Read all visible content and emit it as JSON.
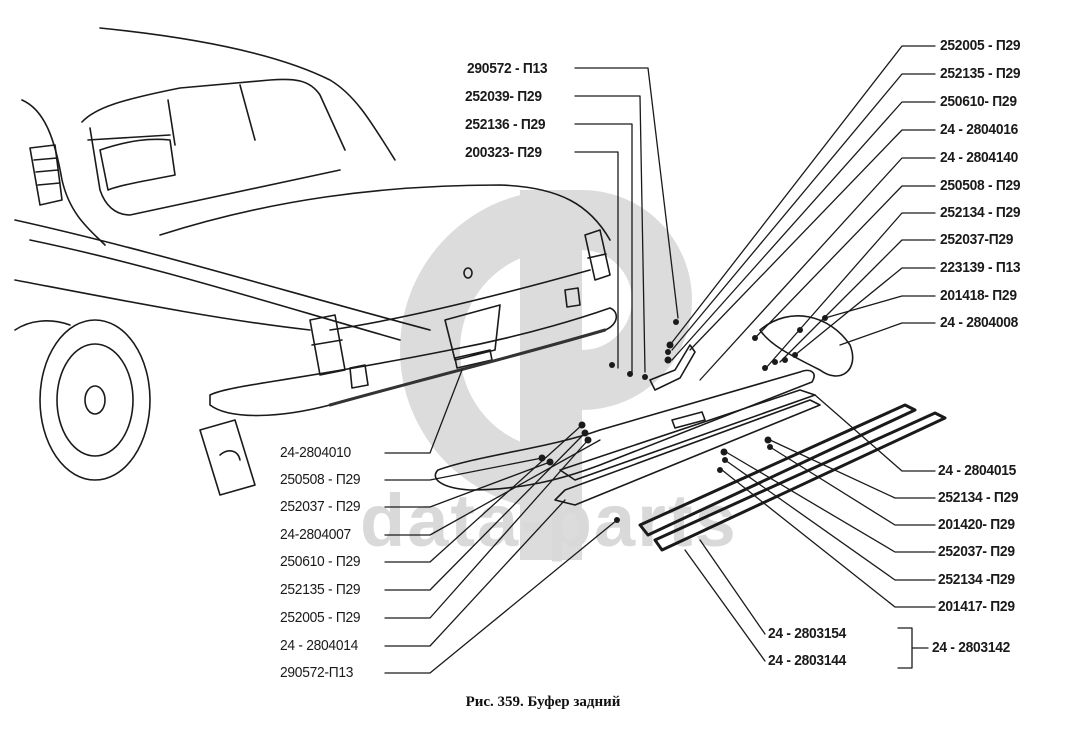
{
  "figure": {
    "caption": "Рис. 359. Буфер задний",
    "subject": "rear bumper exploded view",
    "watermark_text": "data-parts",
    "watermark_logo": "dp-logo"
  },
  "labels_top_center": [
    "290572 - П13",
    "252039- П29",
    "252136 - П29",
    "200323- П29"
  ],
  "labels_right": [
    "252005 - П29",
    "252135 - П29",
    "250610- П29",
    "24 - 2804016",
    "24 - 2804140",
    "250508 - П29",
    "252134 - П29",
    "252037-П29",
    "223139 - П13",
    "201418- П29",
    "24 - 2804008"
  ],
  "labels_right_lower": [
    "24 - 2804015",
    "252134 - П29",
    "201420- П29",
    "252037- П29",
    "252134 -П29",
    "201417- П29"
  ],
  "labels_left": [
    "24-2804010",
    "250508 - П29",
    "252037 - П29",
    "24-2804007",
    "250610 - П29",
    "252135 - П29",
    "252005 - П29",
    "24 - 2804014",
    "290572-П13"
  ],
  "labels_bottom_group": {
    "items": [
      "24 - 2803154",
      "24 - 2803144"
    ],
    "assembly": "24 - 2803142"
  }
}
